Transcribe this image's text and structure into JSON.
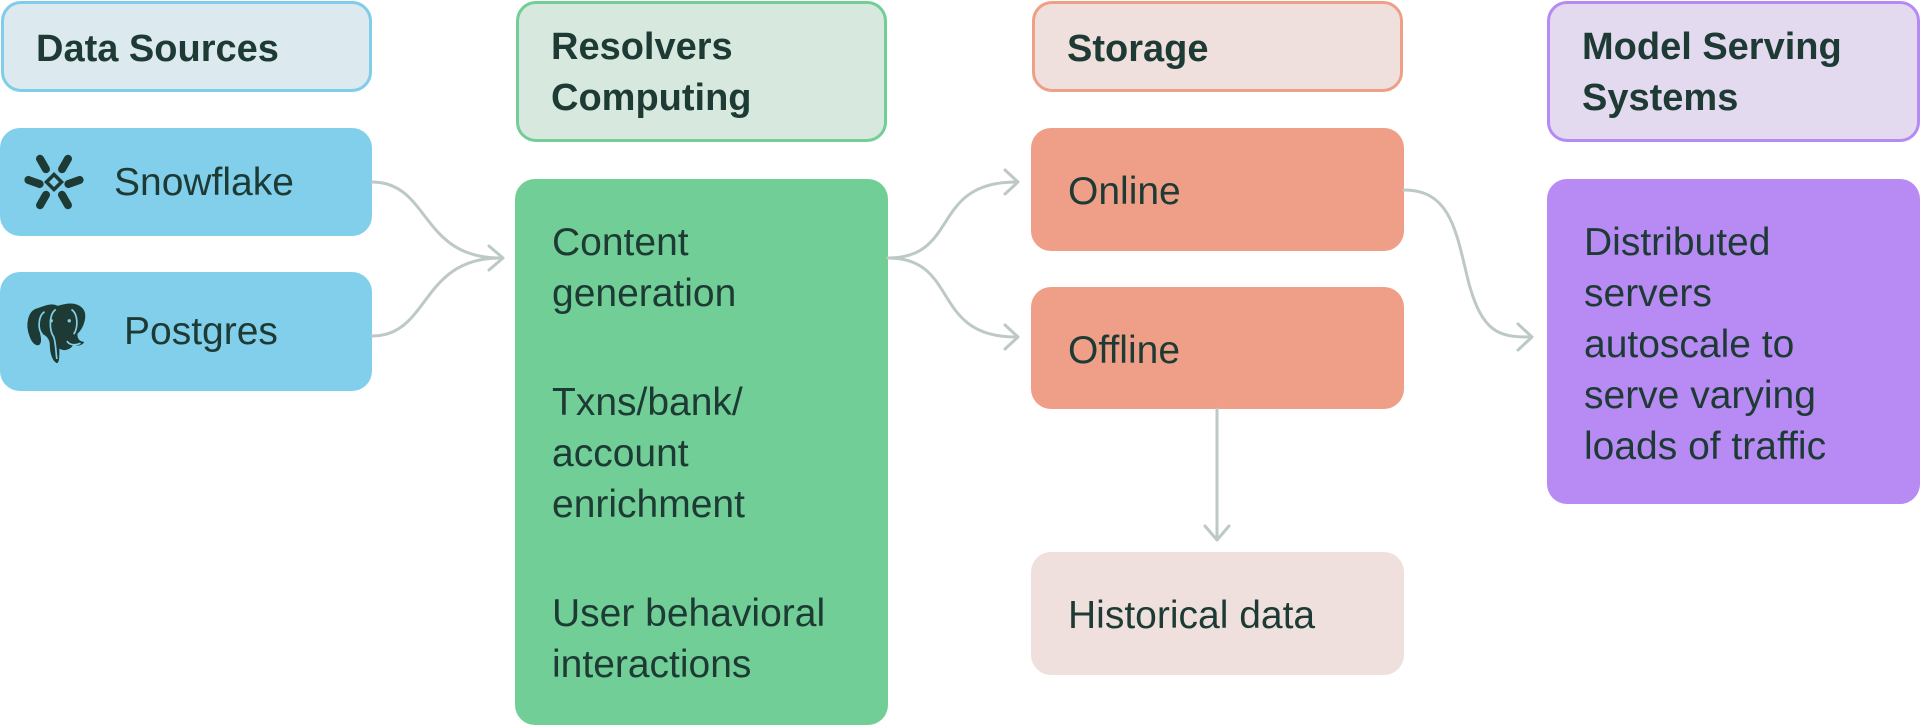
{
  "colors": {
    "text": "#1d3b34",
    "arrow": "#bcc9c6",
    "sources_header_bg": "#dce9ef",
    "sources_header_border": "#7fcde9",
    "sources_node_bg": "#82cfeb",
    "resolvers_header_bg": "#d7e9df",
    "resolvers_header_border": "#72cd97",
    "resolvers_node_bg": "#71ce96",
    "storage_header_bg": "#f0e0dd",
    "storage_header_border": "#ef9f87",
    "storage_node_bg": "#ef9f87",
    "historical_bg": "#f0e0dd",
    "serving_header_bg": "#e3daf0",
    "serving_header_border": "#b68af3",
    "serving_node_bg": "#b88af4"
  },
  "columns": {
    "sources": {
      "header": [
        "Data Sources"
      ],
      "items": [
        {
          "label": "Snowflake",
          "icon": "snowflake-icon"
        },
        {
          "label": "Postgres",
          "icon": "postgres-elephant-icon"
        }
      ]
    },
    "resolvers": {
      "header": [
        "Resolvers",
        "Computing"
      ],
      "items": [
        [
          "Content",
          "generation"
        ],
        [
          "Txns/bank/",
          "account",
          "enrichment"
        ],
        [
          "User behavioral",
          "interactions"
        ]
      ]
    },
    "storage": {
      "header": [
        "Storage"
      ],
      "online": "Online",
      "offline": "Offline",
      "historical": "Historical data"
    },
    "serving": {
      "header": [
        "Model Serving",
        "Systems"
      ],
      "description": [
        "Distributed",
        "servers",
        "autoscale to",
        "serve varying",
        "loads of traffic"
      ]
    }
  },
  "connections": [
    {
      "from": "Snowflake",
      "to": "Resolvers Computing"
    },
    {
      "from": "Postgres",
      "to": "Resolvers Computing"
    },
    {
      "from": "Resolvers Computing",
      "to": "Online"
    },
    {
      "from": "Resolvers Computing",
      "to": "Offline"
    },
    {
      "from": "Online",
      "to": "Model Serving Systems"
    },
    {
      "from": "Offline",
      "to": "Historical data"
    }
  ]
}
